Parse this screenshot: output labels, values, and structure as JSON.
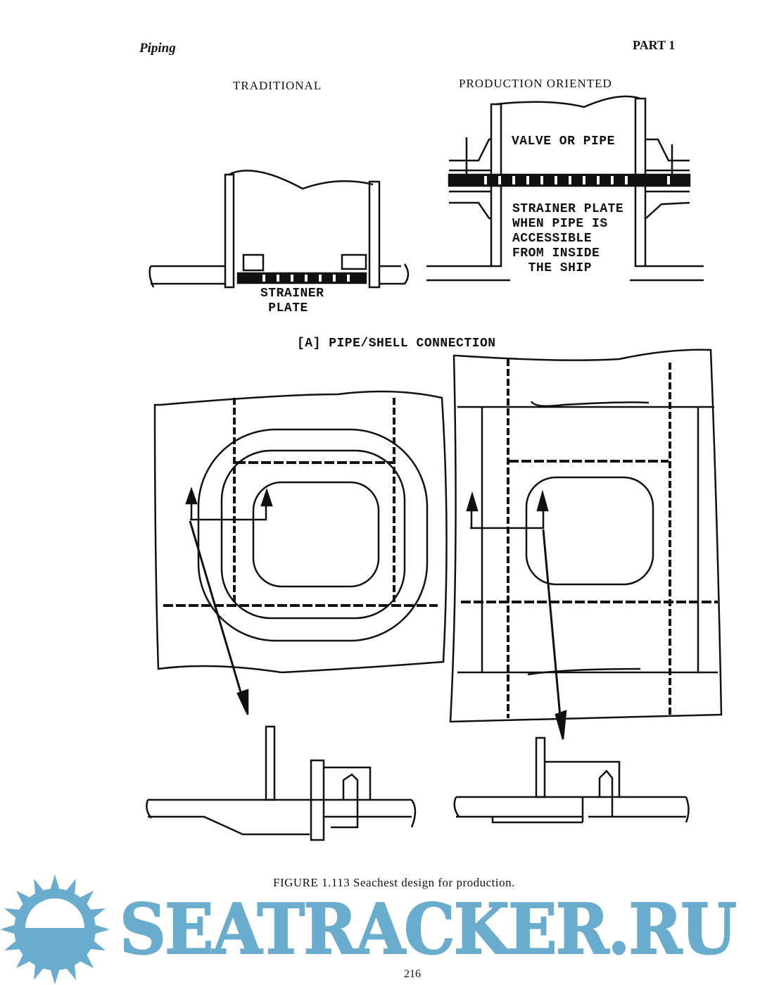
{
  "header": {
    "section": "Piping",
    "part": "PART 1"
  },
  "figure": {
    "traditional_label": "TRADITIONAL",
    "production_label": "PRODUCTION ORIENTED",
    "valve_or_pipe": "VALVE OR PIPE",
    "strainer_note_lines": [
      "STRAINER PLATE",
      "WHEN PIPE IS",
      "ACCESSIBLE",
      "FROM INSIDE",
      "  THE SHIP"
    ],
    "strainer_plate_lines": [
      "STRAINER",
      " PLATE"
    ],
    "section_a": "[A] PIPE/SHELL CONNECTION"
  },
  "caption": "FIGURE  1.113 Seachest design for production.",
  "page_number": "216",
  "watermark": {
    "text": "SEATRACKER.RU",
    "color": "#6aaccd"
  }
}
